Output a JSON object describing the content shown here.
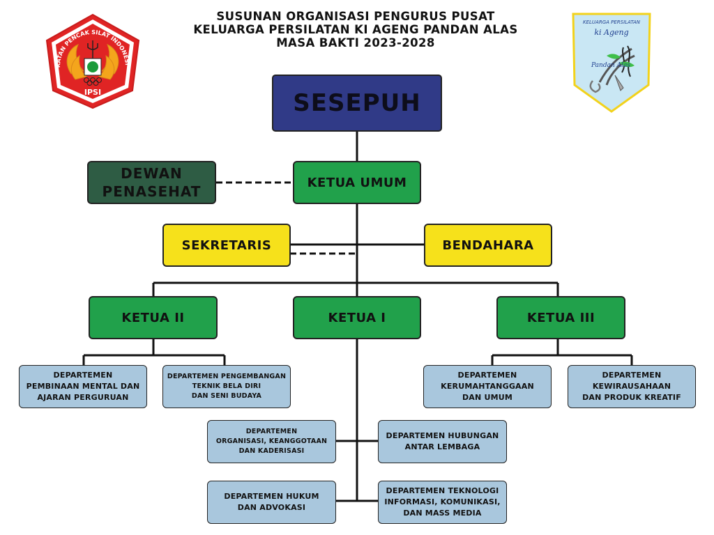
{
  "title": {
    "line1": "SUSUNAN ORGANISASI PENGURUS PUSAT",
    "line2": "KELUARGA PERSILATAN KI AGENG PANDAN ALAS",
    "line3": "MASA BAKTI 2023-2028"
  },
  "logos": {
    "ipsi": {
      "text": "IKATAN PENCAK SILAT INDONESIA",
      "abbr": "IPSI"
    },
    "kpkap": {
      "line1": "KELUARGA PERSILATAN",
      "line2": "ki Ageng",
      "line3": "Pandan Alas"
    }
  },
  "nodes": {
    "sesepuh": "SESEPUH",
    "dewan_penasehat": "DEWAN\nPENASEHAT",
    "ketua_umum": "KETUA UMUM",
    "sekretaris": "SEKRETARIS",
    "bendahara": "BENDAHARA",
    "ketua_ii": "KETUA II",
    "ketua_i": "KETUA I",
    "ketua_iii": "KETUA III"
  },
  "departments": {
    "pembinaan": "DEPARTEMEN\nPEMBINAAN MENTAL DAN\nAJARAN PERGURUAN",
    "pengembangan": "DEPARTEMEN PENGEMBANGAN\nTEKNIK BELA DIRI\nDAN SENI BUDAYA",
    "kerumahtanggaan": "DEPARTEMEN\nKERUMAHTANGGAAN\nDAN UMUM",
    "kewirausahaan": "DEPARTEMEN\nKEWIRAUSAHAAN\nDAN PRODUK KREATIF",
    "organisasi": "DEPARTEMEN\nORGANISASI, KEANGGOTAAN\nDAN KADERISASI",
    "hubungan": "DEPARTEMEN HUBUNGAN\nANTAR LEMBAGA",
    "hukum": "DEPARTEMEN HUKUM\nDAN ADVOKASI",
    "teknologi": "DEPARTEMEN TEKNOLOGI\nINFORMASI, KOMUNIKASI,\nDAN MASS MEDIA"
  },
  "colors": {
    "top": "#303a87",
    "dark_green": "#2e5c44",
    "green": "#21a14b",
    "yellow": "#f6e11b",
    "department": "#a9c7dd"
  }
}
